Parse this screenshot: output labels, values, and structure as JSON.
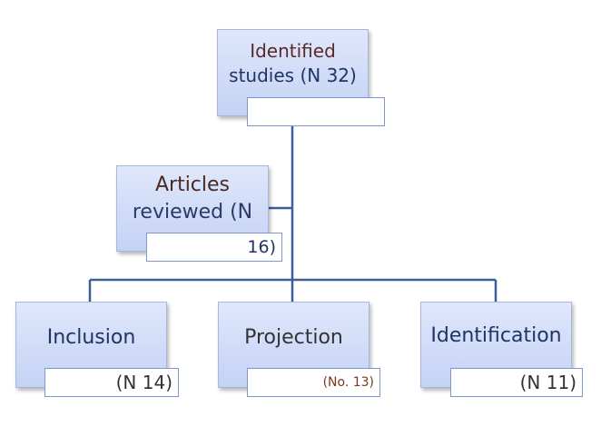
{
  "nodes": {
    "identified": {
      "line1": "Identified",
      "line2": "studies (N 32)",
      "tag": "",
      "color_line1": "#5a2a2a",
      "color_line2": "#1f3566"
    },
    "reviewed": {
      "line1": "Articles",
      "line2": "reviewed (N",
      "tag": "16)",
      "color_line1": "#4a2a22",
      "color_line2": "#2b3a66",
      "color_tag": "#1f3566"
    },
    "inclusion": {
      "label": "Inclusion",
      "tag": "(N 14)",
      "color_label": "#1f3566",
      "color_tag": "#333333"
    },
    "projection": {
      "label": "Projection",
      "tag": "(No. 13)",
      "color_label": "#333333",
      "color_tag": "#7a3a1a"
    },
    "identification": {
      "label": "Identification",
      "tag": "(N 11)",
      "color_label": "#1f3566",
      "color_tag": "#333333"
    }
  },
  "colors": {
    "connector": "#3d5f9a"
  }
}
